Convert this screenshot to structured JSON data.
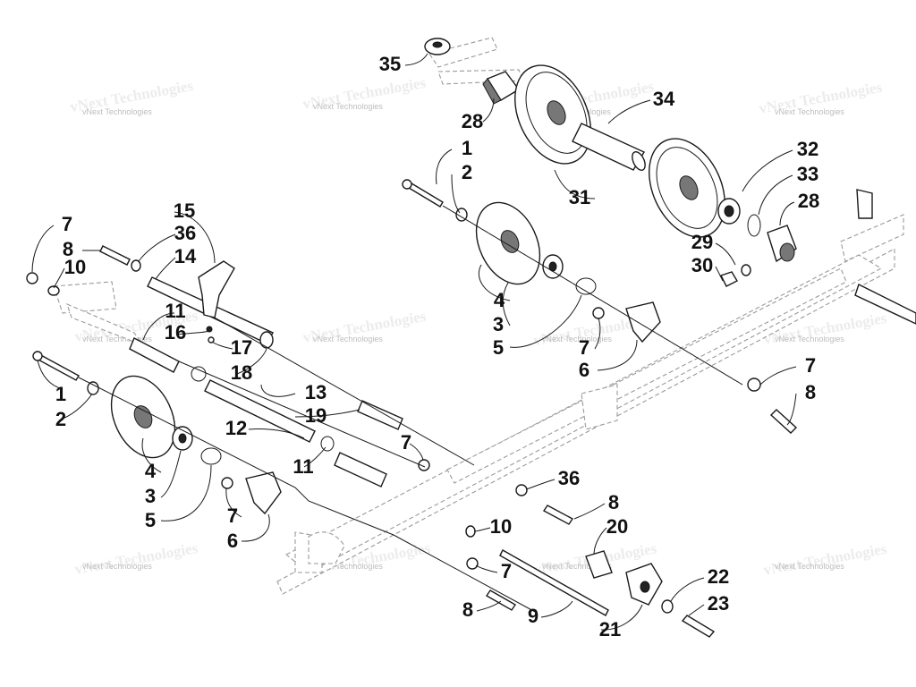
{
  "watermark": "vNext Technologies",
  "colors": {
    "line": "#1a1a1a",
    "frame": "#9a9a9a",
    "watermark": "#bdbdbd",
    "background": "#ffffff"
  },
  "callouts": {
    "n1": "1",
    "n2": "2",
    "n3": "3",
    "n4": "4",
    "n5": "5",
    "n6": "6",
    "n7": "7",
    "n8": "8",
    "n9": "9",
    "n10": "10",
    "n11": "11",
    "n12": "12",
    "n13": "13",
    "n14": "14",
    "n15": "15",
    "n16": "16",
    "n17": "17",
    "n18": "18",
    "n19": "19",
    "n20": "20",
    "n21": "21",
    "n22": "22",
    "n23": "23",
    "n28": "28",
    "n29": "29",
    "n30": "30",
    "n31": "31",
    "n32": "32",
    "n33": "33",
    "n34": "34",
    "n35": "35",
    "n36": "36"
  }
}
